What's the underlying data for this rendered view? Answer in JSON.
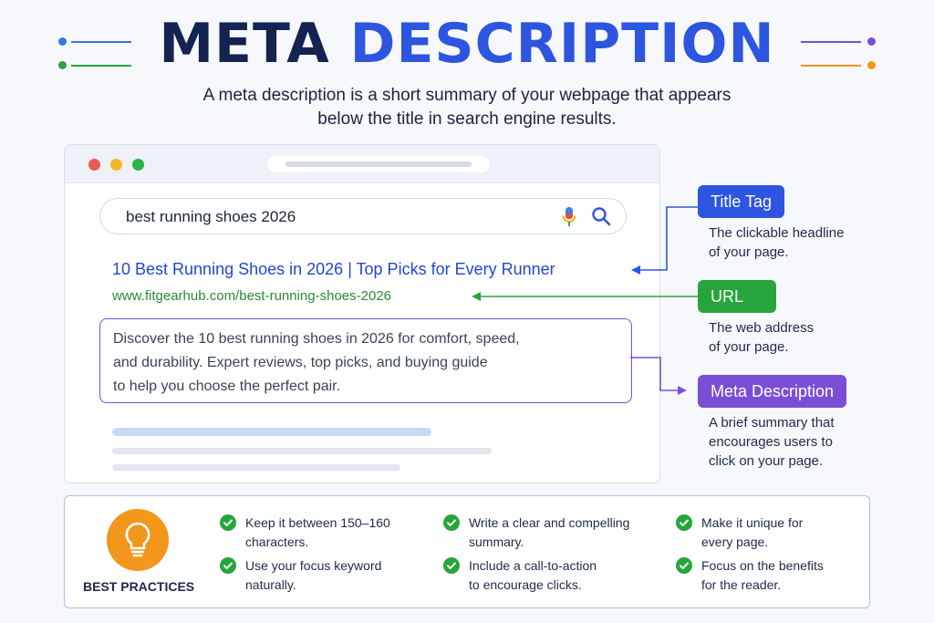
{
  "title": {
    "word1": "META",
    "word2": "DESCRIPTION"
  },
  "subtitle": {
    "line1": "A meta description is a short summary of your webpage that appears",
    "line2": "below the title in search engine results."
  },
  "colors": {
    "navy": "#14234f",
    "blue": "#2d55e0",
    "green": "#27a53c",
    "purple": "#7a4fd6",
    "orange": "#f2961c",
    "link_blue": "#2346cf",
    "url_green": "#2a8a35"
  },
  "browser": {
    "search_query": "best running shoes 2026",
    "icons": [
      "microphone-icon",
      "search-icon"
    ],
    "result": {
      "title": "10 Best Running Shoes in 2026 | Top Picks for Every Runner",
      "url": "www.fitgearhub.com/best-running-shoes-2026",
      "description_lines": [
        "Discover the 10 best running shoes in 2026 for comfort, speed,",
        "and durability. Expert reviews, top picks, and buying guide",
        "to help you choose the perfect pair."
      ]
    }
  },
  "labels": [
    {
      "tag": "Title Tag",
      "desc": [
        "The clickable headline",
        "of your page."
      ]
    },
    {
      "tag": "URL",
      "desc": [
        "The web address",
        "of your page."
      ]
    },
    {
      "tag": "Meta Description",
      "desc": [
        "A brief summary that",
        "encourages users to",
        "click on your page."
      ]
    }
  ],
  "best_practices": {
    "label": "BEST PRACTICES",
    "icon": "lightbulb-icon",
    "items": [
      [
        "Keep it between 150–160",
        "characters."
      ],
      [
        "Write a clear and compelling",
        "summary."
      ],
      [
        "Make it unique for",
        "every page."
      ],
      [
        "Use your focus keyword",
        "naturally."
      ],
      [
        "Include a call-to-action",
        "to encourage clicks."
      ],
      [
        "Focus on the benefits",
        "for the reader."
      ]
    ]
  }
}
